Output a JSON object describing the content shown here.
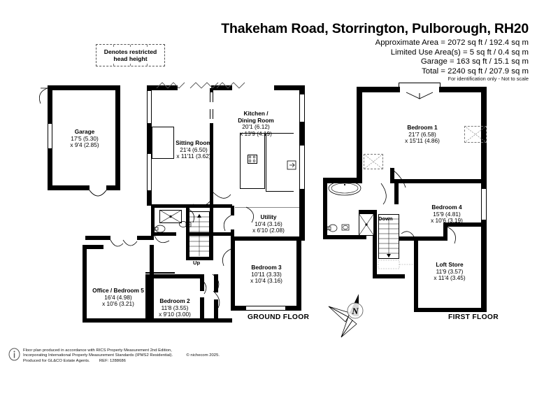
{
  "header": {
    "title": "Thakeham Road, Storrington, Pulborough, RH20",
    "approx_area": "Approximate Area = 2072 sq ft / 192.4 sq m",
    "limited_use": "Limited Use Area(s) = 5 sq ft / 0.4 sq m",
    "garage_area": "Garage = 163 sq ft / 15.1 sq m",
    "total_area": "Total = 2240 sq ft / 207.9 sq m",
    "identification_note": "For identification only - Not to scale"
  },
  "legend": {
    "line1": "Denotes restricted",
    "line2": "head height"
  },
  "floors": [
    {
      "id": "ground",
      "label": "GROUND FLOOR"
    },
    {
      "id": "first",
      "label": "FIRST FLOOR"
    }
  ],
  "rooms": {
    "garage": {
      "name": "Garage",
      "dim1": "17'5 (5.30)",
      "dim2": "x 9'4 (2.85)"
    },
    "sitting_room": {
      "name": "Sitting Room",
      "dim1": "21'4 (6.50)",
      "dim2": "x 11'11 (3.62)"
    },
    "kitchen": {
      "name": "Kitchen /",
      "name2": "Dining Room",
      "dim1": "20'1 (6.12)",
      "dim2": "x 13'9 (4.19)"
    },
    "utility": {
      "name": "Utility",
      "dim1": "10'4 (3.16)",
      "dim2": "x 6'10 (2.08)"
    },
    "bedroom3": {
      "name": "Bedroom 3",
      "dim1": "10'11 (3.33)",
      "dim2": "x 10'4 (3.16)"
    },
    "bedroom2": {
      "name": "Bedroom 2",
      "dim1": "11'8 (3.55)",
      "dim2": "x 9'10 (3.00)"
    },
    "office": {
      "name": "Office / Bedroom 5",
      "dim1": "16'4 (4.98)",
      "dim2": "x 10'6 (3.21)"
    },
    "bedroom1": {
      "name": "Bedroom 1",
      "dim1": "21'7 (6.58)",
      "dim2": "x 15'11 (4.86)"
    },
    "bedroom4": {
      "name": "Bedroom 4",
      "dim1": "15'9 (4.81)",
      "dim2": "x 10'6 (3.19)"
    },
    "loft_store": {
      "name": "Loft Store",
      "dim1": "11'9 (3.57)",
      "dim2": "x 11'4 (3.45)"
    }
  },
  "stairs": {
    "up_label": "Up",
    "down_label": "Down"
  },
  "compass": {
    "north_label": "N"
  },
  "footer": {
    "line1": "Floor plan produced in accordance with RICS Property Measurement 2nd Edition,",
    "line2": "Incorporating International Property Measurement Standards (IPMS2 Residential).",
    "copyright": "© nichecom 2025.",
    "line3": "Produced for GL&CO Estate Agents.",
    "ref": "REF: 1288686"
  },
  "colors": {
    "wall": "#000000",
    "background": "#ffffff",
    "hatch": "#777777"
  }
}
